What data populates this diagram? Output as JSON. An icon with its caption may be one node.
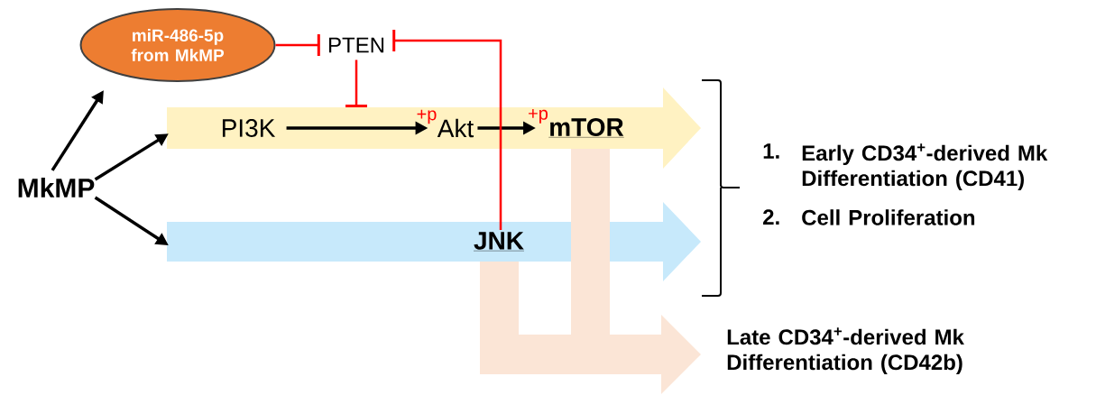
{
  "diagram": {
    "nodes": [
      {
        "text": [
          "MkMP"
        ]
      },
      {
        "text": [
          "miR-486-5p from MkMP"
        ]
      },
      {
        "text": [
          "PTEN"
        ]
      },
      {
        "text": [],
        "shape": "arrow"
      },
      {
        "text": [
          "PI3K"
        ],
        "in": 3
      },
      {
        "text": [
          "Akt"
        ],
        "in": 3,
        "beside": [
          "+p"
        ]
      },
      {
        "text": [
          "mTOR"
        ],
        "in": 3,
        "beside": [
          "+p"
        ]
      },
      {
        "text": [],
        "shape": "arrow"
      },
      {
        "text": [
          "JNK"
        ],
        "in": 7
      },
      {
        "text": [],
        "shape": "arrow"
      }
    ],
    "edges": [
      {
        "from": 0,
        "to": 1,
        "arrow": "to"
      },
      {
        "from": 0,
        "to": 3,
        "arrow": "to"
      },
      {
        "from": 0,
        "to": 7,
        "arrow": "to"
      },
      {
        "from": 4,
        "to": 5,
        "arrow": "to"
      },
      {
        "from": 5,
        "to": 6,
        "arrow": "to"
      },
      {
        "from": 1,
        "to": 2,
        "arrow": "other",
        "color": "#ff0000"
      },
      {
        "from": 2,
        "to": 3,
        "arrow": "other",
        "color": "#ff0000"
      },
      {
        "from": 8,
        "to": 2,
        "arrow": "other",
        "color": "#ff0000"
      }
    ],
    "labels": [
      "1.",
      "Early CD34$^{+}$-derived Mk Differentiation (CD41)",
      "2.",
      "Cell Proliferation",
      "Late CD34$^{+}$-derived Mk Differentiation (CD42b)"
    ]
  }
}
